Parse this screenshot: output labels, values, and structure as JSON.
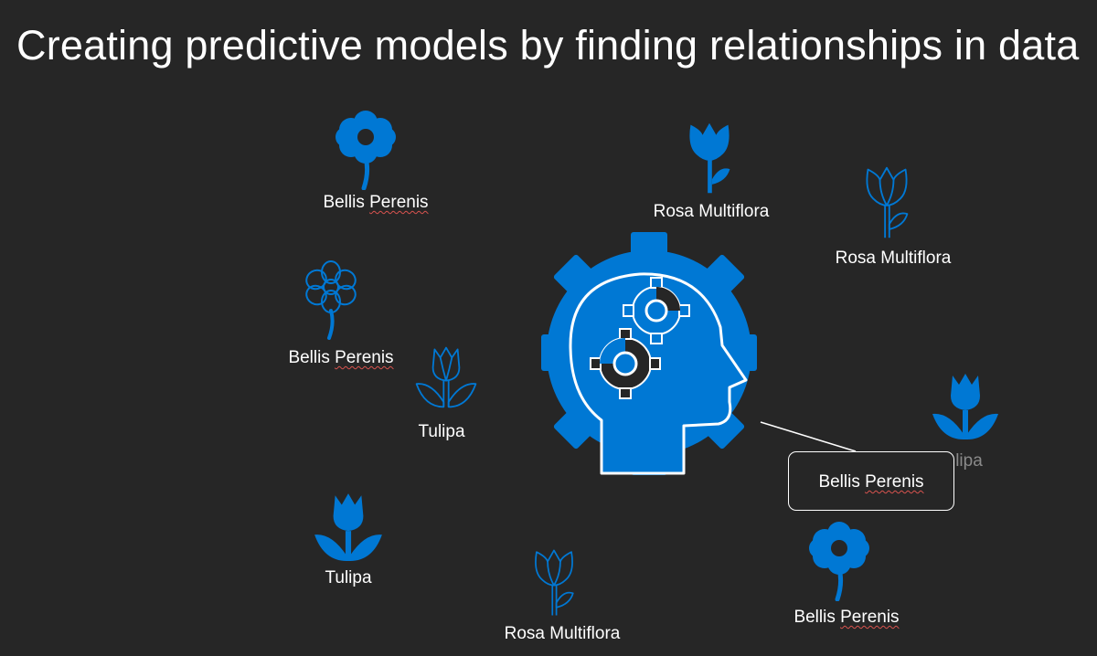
{
  "slide": {
    "title": "Creating predictive models by finding relationships in data"
  },
  "colors": {
    "background": "#262626",
    "accent": "#0078d4",
    "text": "#ffffff"
  },
  "flowers": [
    {
      "species": "daisy",
      "style": "filled",
      "label_first": "Bellis",
      "label_second": "Perenis"
    },
    {
      "species": "daisy",
      "style": "outline",
      "label_first": "Bellis",
      "label_second": "Perenis"
    },
    {
      "species": "tulip",
      "style": "outline",
      "label_first": "Tulipa",
      "label_second": ""
    },
    {
      "species": "tulip",
      "style": "filled",
      "label_first": "Tulipa",
      "label_second": ""
    },
    {
      "species": "rose",
      "style": "outline",
      "label_first": "Rosa",
      "label_second": "Multiflora"
    },
    {
      "species": "rose",
      "style": "filled",
      "label_first": "Rosa",
      "label_second": "Multiflora"
    },
    {
      "species": "rose",
      "style": "outline",
      "label_first": "Rosa",
      "label_second": "Multiflora"
    },
    {
      "species": "tulip",
      "style": "filled",
      "label_first": "",
      "label_second": "lipa"
    },
    {
      "species": "daisy",
      "style": "filled",
      "label_first": "Bellis",
      "label_second": "Perenis"
    }
  ],
  "prediction": {
    "icon": "head-with-gears-icon",
    "label_first": "Bellis",
    "label_second": "Perenis"
  }
}
